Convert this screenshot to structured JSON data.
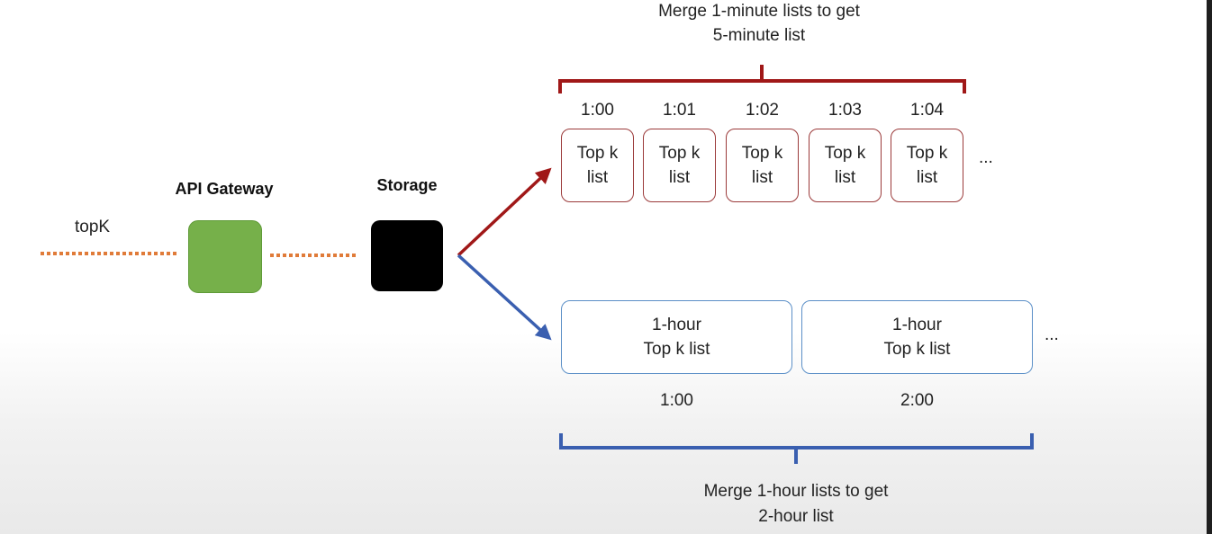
{
  "input": {
    "label": "topK"
  },
  "gateway": {
    "label": "API Gateway",
    "color": "#76b04a"
  },
  "storage": {
    "label": "Storage",
    "color": "#000000"
  },
  "colors": {
    "dotted": "#e07b39",
    "minute_branch": "#a01818",
    "hour_branch": "#3a5fb0"
  },
  "minute": {
    "top_caption_line1": "Merge 1-minute lists to get",
    "top_caption_line2": "5-minute list",
    "times": [
      "1:00",
      "1:01",
      "1:02",
      "1:03",
      "1:04"
    ],
    "box_line1": "Top k",
    "box_line2": "list",
    "ellipsis": "..."
  },
  "hour": {
    "box_line1": "1-hour",
    "box_line2": "Top k list",
    "times": [
      "1:00",
      "2:00"
    ],
    "ellipsis": "...",
    "bottom_caption_line1": "Merge 1-hour lists to get",
    "bottom_caption_line2": "2-hour list"
  }
}
